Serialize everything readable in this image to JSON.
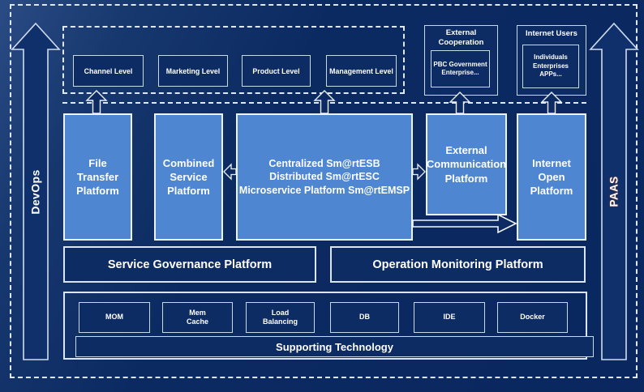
{
  "colors": {
    "background": "#0B2A62",
    "panel_fill": "#0E2C64",
    "light_blue": "#4E86D1",
    "border_light": "#C9D9EC",
    "border_white": "#EDF3FA",
    "dashed_line": "#DFE9F5",
    "text": "#FFFFFF",
    "paas_outline": "#8E3A2C"
  },
  "side_arrows": {
    "devops_label": "DevOps",
    "paas_label": "PAAS"
  },
  "levels": {
    "items": [
      {
        "label": "Channel Level"
      },
      {
        "label": "Marketing Level"
      },
      {
        "label": "Product Level"
      },
      {
        "label": "Management Level"
      }
    ]
  },
  "external_cooperation": {
    "title": "External\nCooperation",
    "content": "PBC Government\nEnterprise..."
  },
  "internet_users": {
    "title": "Internet Users",
    "content": "Individuals\nEnterprises\nAPPs..."
  },
  "platforms": {
    "file_transfer": "File\nTransfer\nPlatform",
    "combined_service": "Combined\nService\nPlatform",
    "central": "Centralized Sm@rtESB\nDistributed Sm@rtESC\nMicroservice Platform Sm@rtEMSP",
    "external_communication": "External\nCommunication\nPlatform",
    "internet_open": "Internet\nOpen\nPlatform"
  },
  "governance": {
    "service_governance": "Service Governance Platform",
    "operation_monitoring": "Operation Monitoring Platform"
  },
  "supporting": {
    "items": [
      {
        "label": "MOM"
      },
      {
        "label": "Mem\nCache"
      },
      {
        "label": "Load\nBalancing"
      },
      {
        "label": "DB"
      },
      {
        "label": "IDE"
      },
      {
        "label": "Docker"
      }
    ],
    "bar_label": "Supporting Technology"
  }
}
